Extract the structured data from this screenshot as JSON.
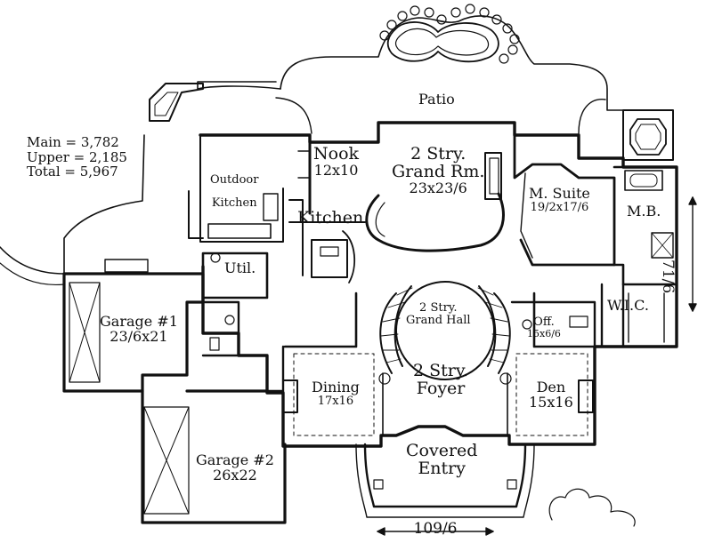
{
  "stats": {
    "main": "Main  = 3,782",
    "upper": "Upper = 2,185",
    "total": "Total  = 5,967"
  },
  "rooms": {
    "patio": "Patio",
    "nook": [
      "Nook",
      "12x10"
    ],
    "grand_rm": [
      "2 Stry.",
      "Grand Rm.",
      "23x23/6"
    ],
    "m_suite": [
      "M. Suite",
      "19/2x17/6"
    ],
    "mb": "M.B.",
    "outdoor_kitchen": [
      "Outdoor",
      "Kitchen"
    ],
    "kitchen": "Kitchen",
    "util": "Util.",
    "garage1": [
      "Garage #1",
      "23/6x21"
    ],
    "grand_hall": [
      "2 Stry.",
      "Grand Hall"
    ],
    "off": [
      "Off.",
      "15x6/6"
    ],
    "wic": "W.I.C.",
    "foyer": [
      "2 Stry.",
      "Foyer"
    ],
    "dining": [
      "Dining",
      "17x16"
    ],
    "den": [
      "Den",
      "15x16"
    ],
    "covered_entry": [
      "Covered",
      "Entry"
    ],
    "garage2": [
      "Garage #2",
      "26x22"
    ]
  },
  "dimensions": {
    "width": "109/6",
    "depth": "71/6"
  }
}
